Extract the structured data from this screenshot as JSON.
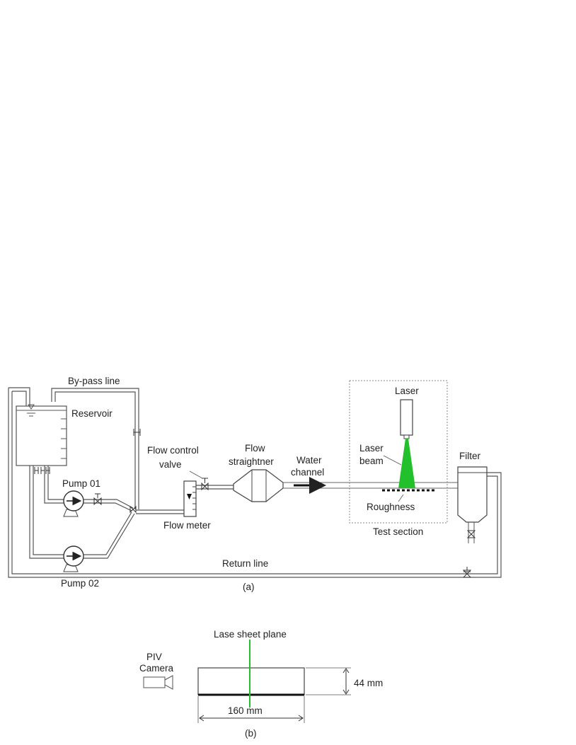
{
  "figure_a": {
    "labels": {
      "bypass": "By-pass line",
      "reservoir": "Reservoir",
      "pump1": "Pump 01",
      "pump2": "Pump 02",
      "flow_control_1": "Flow control",
      "flow_control_2": "valve",
      "flow_meter": "Flow meter",
      "straightener_1": "Flow",
      "straightener_2": "straightner",
      "water_1": "Water",
      "water_2": "channel",
      "laser": "Laser",
      "laser_beam_1": "Laser",
      "laser_beam_2": "beam",
      "roughness": "Roughness",
      "test_section": "Test section",
      "filter": "Filter",
      "return_line": "Return line"
    },
    "caption": "(a)"
  },
  "figure_b": {
    "labels": {
      "sheet_plane": "Lase sheet plane",
      "piv_1": "PIV",
      "piv_2": "Camera",
      "height": "44 mm",
      "length": "160 mm"
    },
    "caption": "(b)"
  },
  "colors": {
    "laser_green": "#22c02a",
    "line": "#555555"
  }
}
